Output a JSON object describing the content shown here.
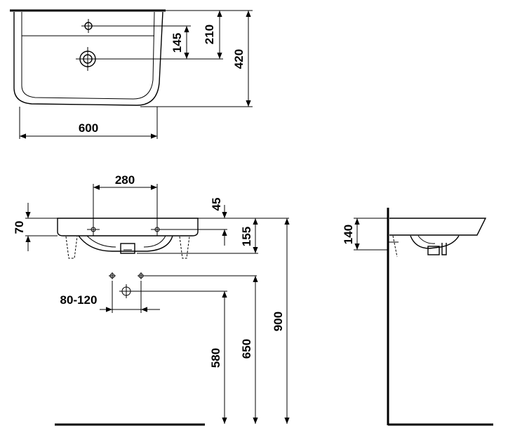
{
  "diagram": {
    "top_view": {
      "width_label": "600",
      "depth_label": "420",
      "tap_hole_label": "145",
      "drain_label": "210"
    },
    "front_view": {
      "fixing_distance_label": "280",
      "rim_height_label": "70",
      "rim_to_hole_label": "45",
      "rim_to_drain_label": "155",
      "supply_spacing_label": "80-120",
      "supply_height_label": "580",
      "drain_height_label": "650",
      "install_height_label": "900"
    },
    "side_view": {
      "depth_label": "140"
    }
  }
}
